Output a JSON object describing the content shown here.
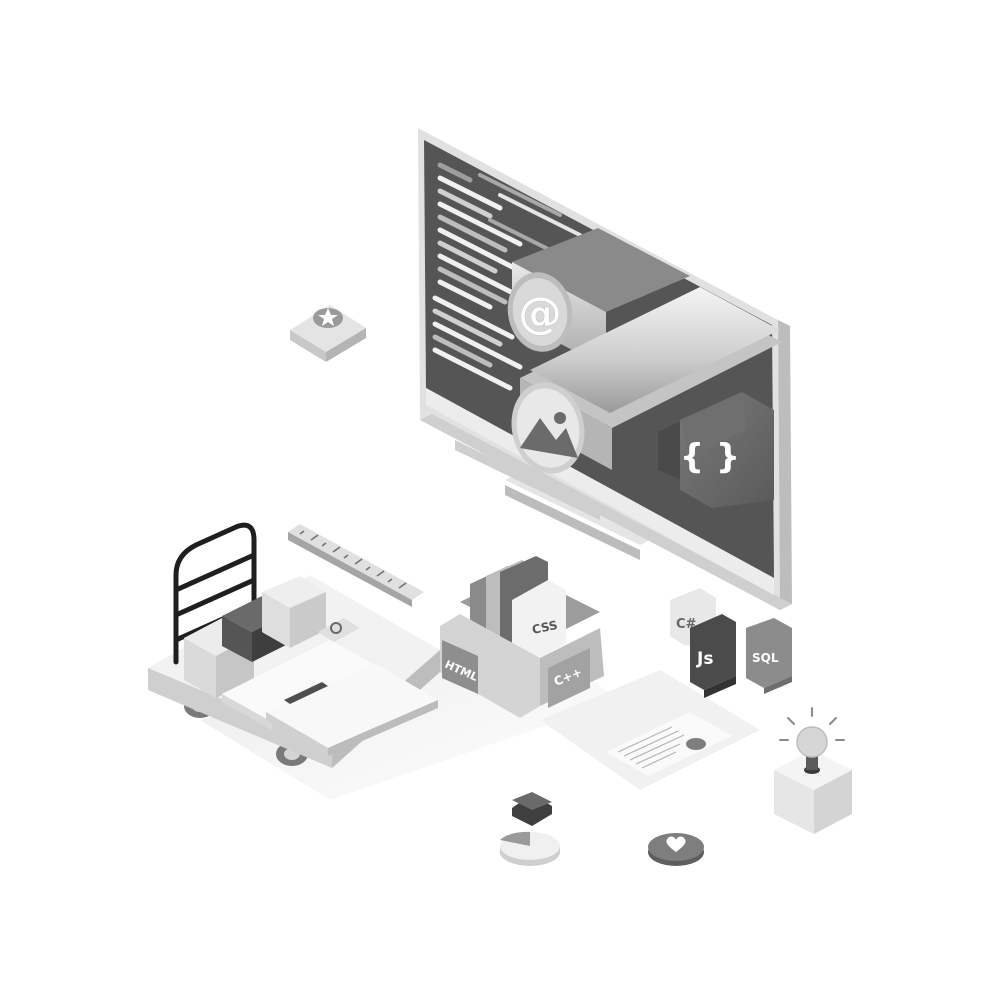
{
  "colors": {
    "background": "#ffffff",
    "screen_dark": "#555555",
    "monitor_frame": "#dcdcdc",
    "box_fill": "#d4d4d4",
    "card_dark": "#4b4b4b",
    "card_mid": "#8c8c8c",
    "light": "#f2f2f2"
  },
  "icons": {
    "at": "at-icon",
    "image": "image-icon",
    "braces": "braces-icon",
    "star": "star-icon",
    "heart": "heart-icon",
    "lightbulb": "lightbulb-icon",
    "search": "search-icon",
    "pie": "pie-chart-icon"
  },
  "monitor": {
    "at_symbol": "@",
    "braces_symbol": "{ }"
  },
  "languages": {
    "html": "HTML",
    "css": "CSS",
    "cpp": "C++",
    "csharp": "C#",
    "js": "Js",
    "sql": "SQL"
  }
}
